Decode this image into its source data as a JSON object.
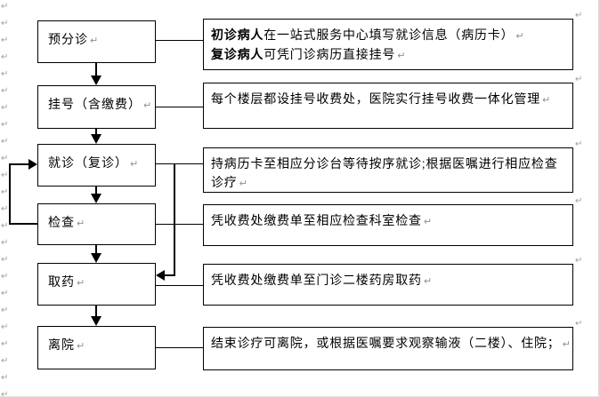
{
  "meta": {
    "pilcrow": "↵"
  },
  "colors": {
    "line": "#000000",
    "mark_gray": "#8f8f8f",
    "background": "#ffffff"
  },
  "flow": {
    "left_boxes": [
      {
        "label": "预分诊"
      },
      {
        "label": "挂号（含缴费）"
      },
      {
        "label": "就诊（复诊）"
      },
      {
        "label": "检查"
      },
      {
        "label": "取药"
      },
      {
        "label": "离院"
      }
    ],
    "right_boxes": [
      {
        "lines": [
          {
            "bold": "初诊病人",
            "text": "在一站式服务中心填写就诊信息（病历卡）"
          },
          {
            "bold": "复诊病人",
            "text": "可凭门诊病历直接挂号"
          }
        ]
      },
      {
        "lines": [
          {
            "bold": "",
            "text": "每个楼层都设挂号收费处，医院实行挂号收费一体化管理"
          }
        ]
      },
      {
        "lines": [
          {
            "bold": "",
            "text": "持病历卡至相应分诊台等待按序就诊;根据医嘱进行相应检查诊疗"
          }
        ]
      },
      {
        "lines": [
          {
            "bold": "",
            "text": "凭收费处缴费单至相应检查科室检查"
          }
        ]
      },
      {
        "lines": [
          {
            "bold": "",
            "text": "凭收费处缴费单至门诊二楼药房取药"
          }
        ]
      },
      {
        "lines": [
          {
            "bold": "",
            "text": "结束诊疗可离院，或根据医嘱要求观察输液（二楼）、住院；"
          }
        ]
      }
    ],
    "decorations": {
      "left_margin_mark_count": 24,
      "anchor_mark_count": 6
    }
  }
}
